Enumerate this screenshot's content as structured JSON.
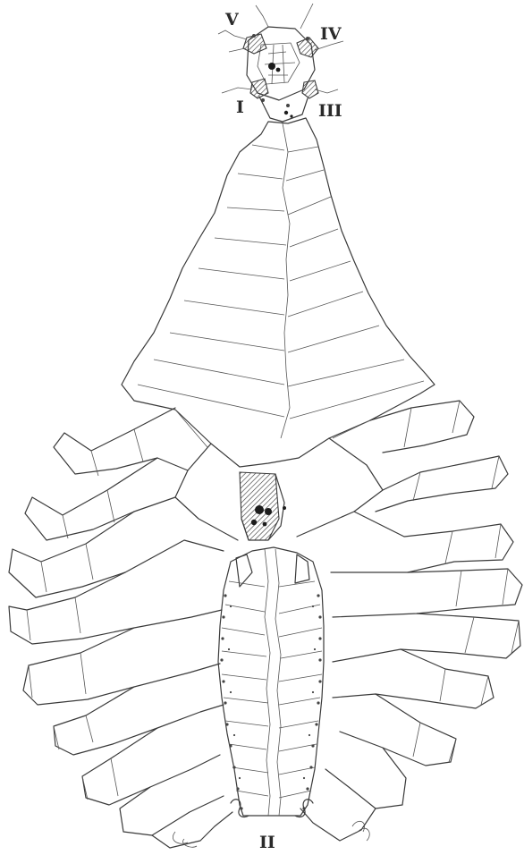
{
  "figure": {
    "labels": {
      "ray_v": "V",
      "ray_iv": "IV",
      "ray_i": "I",
      "ray_iii": "III",
      "ray_ii": "II"
    }
  }
}
